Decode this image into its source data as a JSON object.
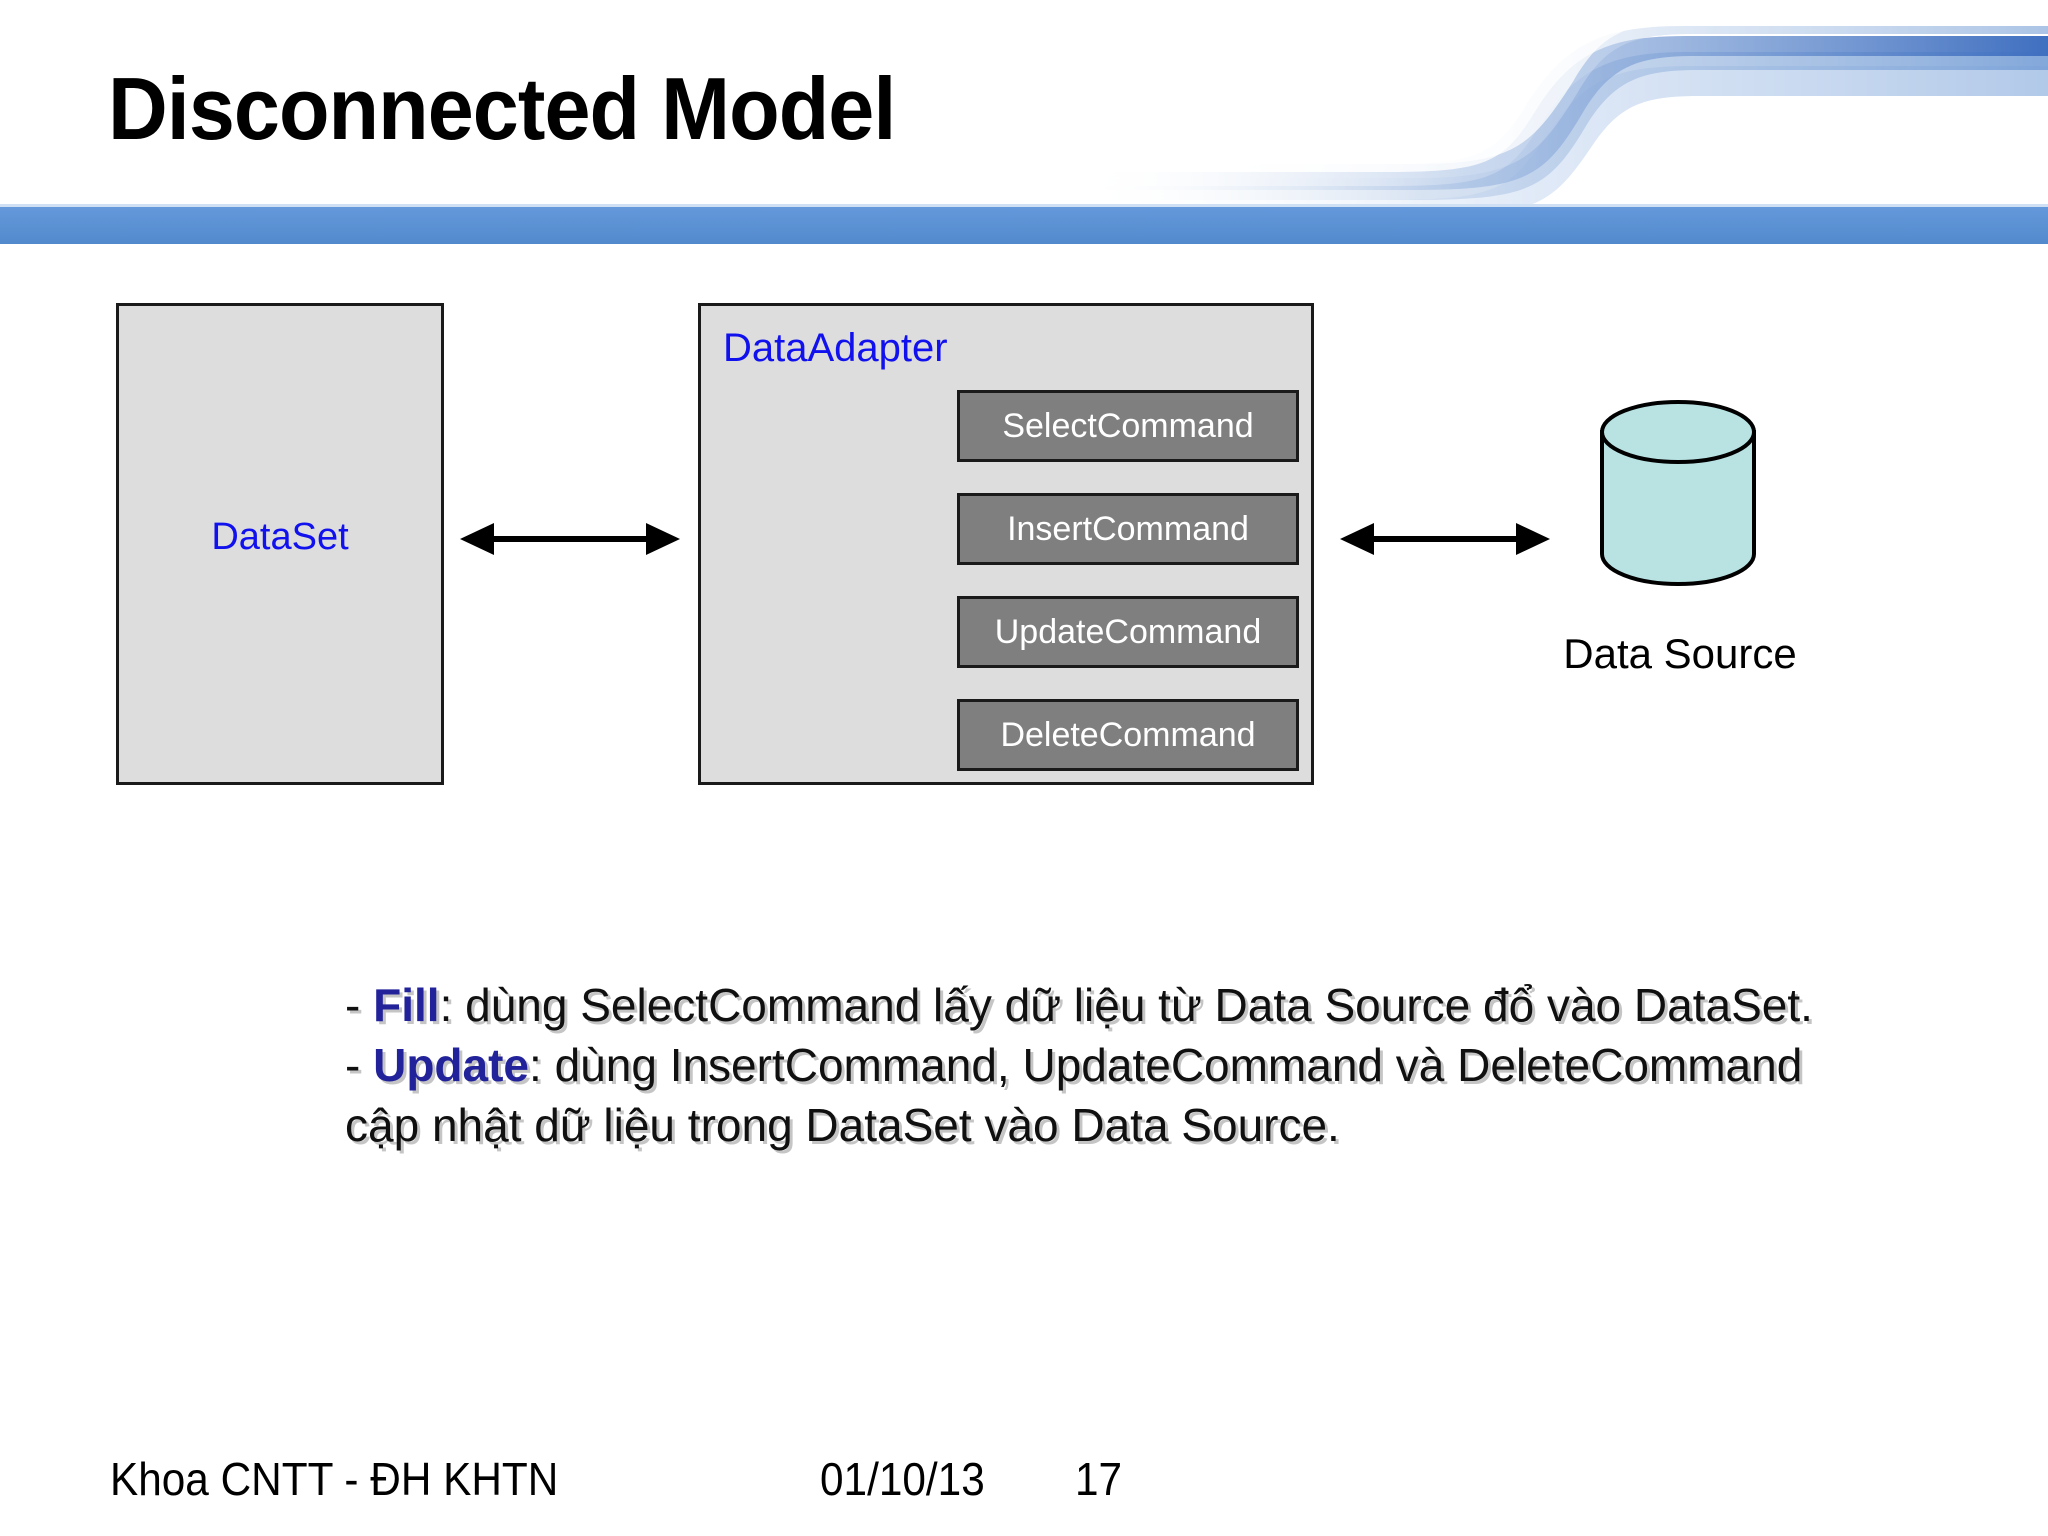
{
  "slide": {
    "title": "Disconnected Model",
    "accent_color": "#5b92d4",
    "link_color": "#1111ee",
    "keyword_color": "#22229a"
  },
  "diagram": {
    "dataset": {
      "label": "DataSet"
    },
    "adapter": {
      "label": "DataAdapter",
      "commands": [
        {
          "label": "SelectCommand"
        },
        {
          "label": "InsertCommand"
        },
        {
          "label": "UpdateCommand"
        },
        {
          "label": "DeleteCommand"
        }
      ]
    },
    "data_source": {
      "label": "Data Source",
      "fill_color": "#b9e3e3"
    },
    "arrows": [
      {
        "name": "dataset-to-adapter",
        "direction": "both"
      },
      {
        "name": "adapter-to-datasource",
        "direction": "both"
      }
    ]
  },
  "body": {
    "paragraphs": [
      {
        "prefix": "- ",
        "keyword": "Fill",
        "rest": ": dùng SelectCommand lấy dữ liệu từ Data Source đổ vào DataSet."
      },
      {
        "prefix": "- ",
        "keyword": "Update",
        "rest": ": dùng InsertCommand, UpdateCommand và DeleteCommand cập nhật dữ liệu trong DataSet vào Data Source."
      }
    ]
  },
  "footer": {
    "left": "Khoa CNTT - ĐH KHTN",
    "date": "01/10/13",
    "page_number": "17"
  }
}
